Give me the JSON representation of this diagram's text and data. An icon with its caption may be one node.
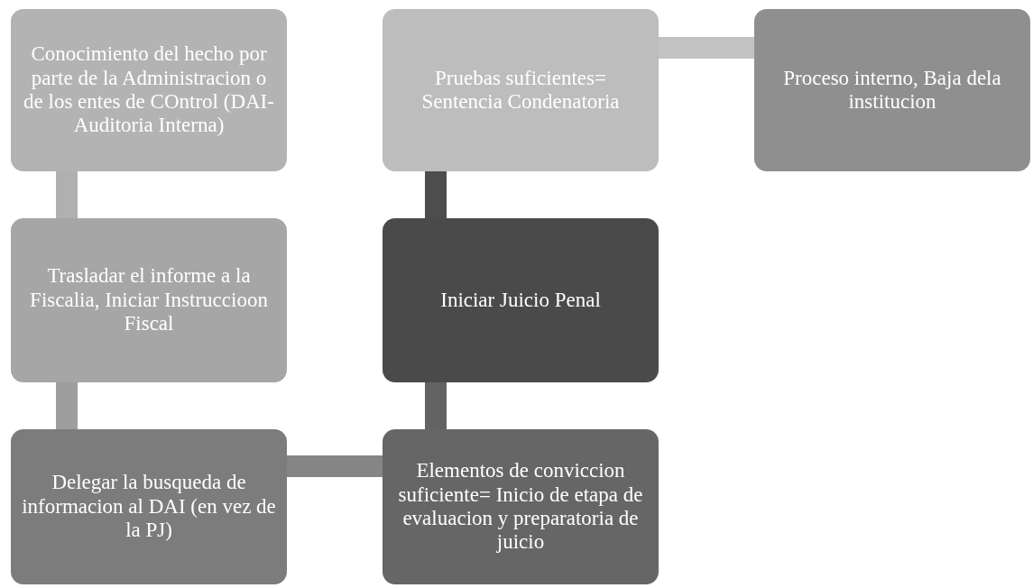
{
  "diagram": {
    "nodes": [
      {
        "text": [
          "Conocimiento del hecho por parte de la Administracion o de los entes de COntrol (DAI-Auditoria Interna)"
        ]
      },
      {
        "text": [
          "Trasladar el informe a la Fiscalia, Iniciar Instruccioon Fiscal"
        ]
      },
      {
        "text": [
          "Delegar la busqueda de informacion al DAI (en vez de la PJ)"
        ]
      },
      {
        "text": [
          "Elementos de conviccion suficiente= Inicio de etapa de evaluacion y preparatoria de juicio"
        ]
      },
      {
        "text": [
          "Iniciar Juicio Penal"
        ]
      },
      {
        "text": [
          "Pruebas suficientes= Sentencia Condenatoria"
        ]
      },
      {
        "text": [
          "Proceso interno, Baja dela institucion"
        ]
      }
    ],
    "edges": [
      {
        "from": 0,
        "to": 1,
        "arrow": "none",
        "color": "#b0b0b0"
      },
      {
        "from": 1,
        "to": 2,
        "arrow": "none",
        "color": "#9e9e9e"
      },
      {
        "from": 2,
        "to": 3,
        "arrow": "none",
        "color": "#858585"
      },
      {
        "from": 3,
        "to": 4,
        "arrow": "none",
        "color": "#636363"
      },
      {
        "from": 4,
        "to": 5,
        "arrow": "none",
        "color": "#4d4d4d"
      },
      {
        "from": 5,
        "to": 6,
        "arrow": "none",
        "color": "#c2c2c2"
      }
    ]
  }
}
